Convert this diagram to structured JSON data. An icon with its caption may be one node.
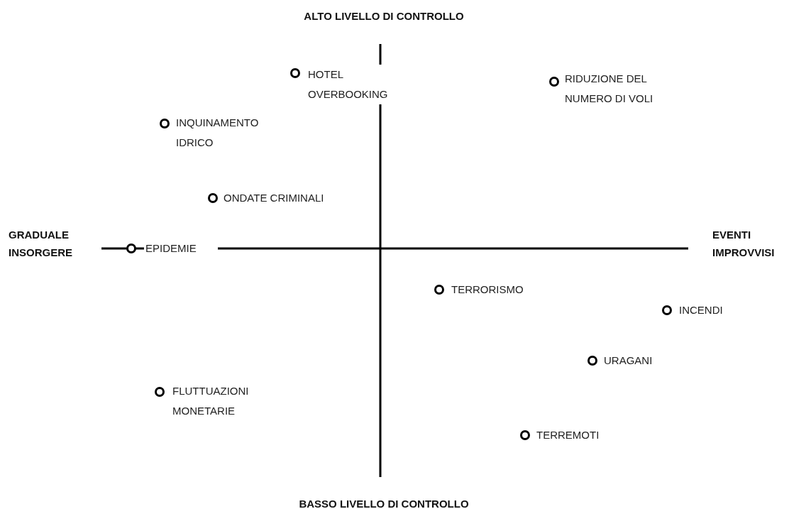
{
  "diagram": {
    "nodes": [
      {
        "text": [],
        "shape": "circle",
        "beside": [
          "HOTEL OVERBOOKING"
        ]
      },
      {
        "text": [],
        "shape": "circle",
        "beside": [
          "RIDUZIONE DEL NUMERO DI VOLI"
        ]
      },
      {
        "text": [],
        "shape": "circle",
        "beside": [
          "INQUINAMENTO IDRICO"
        ]
      },
      {
        "text": [],
        "shape": "circle",
        "beside": [
          "ONDATE CRIMINALI"
        ]
      },
      {
        "text": [],
        "shape": "circle",
        "beside": [
          "EPIDEMIE"
        ]
      },
      {
        "text": [],
        "shape": "circle",
        "beside": [
          "TERRORISMO"
        ]
      },
      {
        "text": [],
        "shape": "circle",
        "beside": [
          "INCENDI"
        ]
      },
      {
        "text": [],
        "shape": "circle",
        "beside": [
          "URAGANI"
        ]
      },
      {
        "text": [],
        "shape": "circle",
        "beside": [
          "FLUTTUAZIONI MONETARIE"
        ]
      },
      {
        "text": [],
        "shape": "circle",
        "beside": [
          "TERREMOTI"
        ]
      }
    ],
    "labels": [
      "ALTO LIVELLO DI CONTROLLO",
      "GRADUALE INSORGERE",
      "EVENTI IMPROVVISI",
      "BASSO LIVELLO DI CONTROLLO"
    ]
  }
}
